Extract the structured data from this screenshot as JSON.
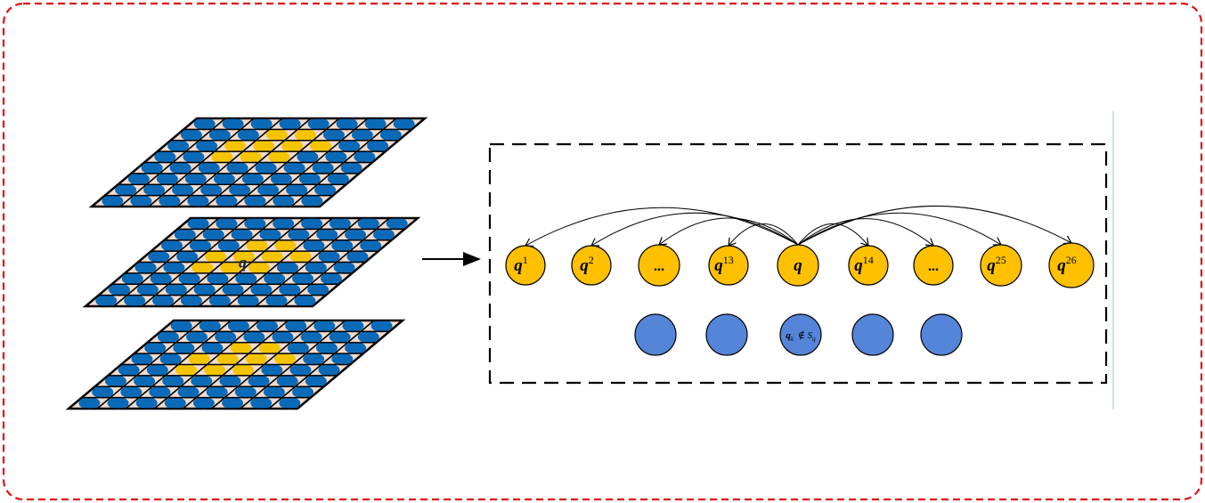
{
  "colors": {
    "outer_frame": "#e01010",
    "grid_line": "#000000",
    "grid_fill": "#f2dccf",
    "blue_cell": "#0a6ab8",
    "yellow_cell": "#f5c400",
    "node_yellow": "#ffc000",
    "node_blue": "#5585d8",
    "box_dash": "#000000",
    "accent_line": "#b9e0c6"
  },
  "layers": {
    "grid_size": 8,
    "center_label": "q"
  },
  "neighbor_nodes": [
    {
      "base": "q",
      "sup": "1"
    },
    {
      "base": "q",
      "sup": "2"
    },
    {
      "base": "...",
      "sup": ""
    },
    {
      "base": "q",
      "sup": "13"
    },
    {
      "base": "q",
      "sup": ""
    },
    {
      "base": "q",
      "sup": "14"
    },
    {
      "base": "...",
      "sup": ""
    },
    {
      "base": "q",
      "sup": "25"
    },
    {
      "base": "q",
      "sup": "26"
    }
  ],
  "center_index": 4,
  "outside_nodes": [
    {
      "label": ""
    },
    {
      "label": ""
    },
    {
      "base": "q",
      "sub": "k",
      "rel": "∉",
      "set": "S",
      "set_sub": "q"
    },
    {
      "label": ""
    },
    {
      "label": ""
    }
  ]
}
